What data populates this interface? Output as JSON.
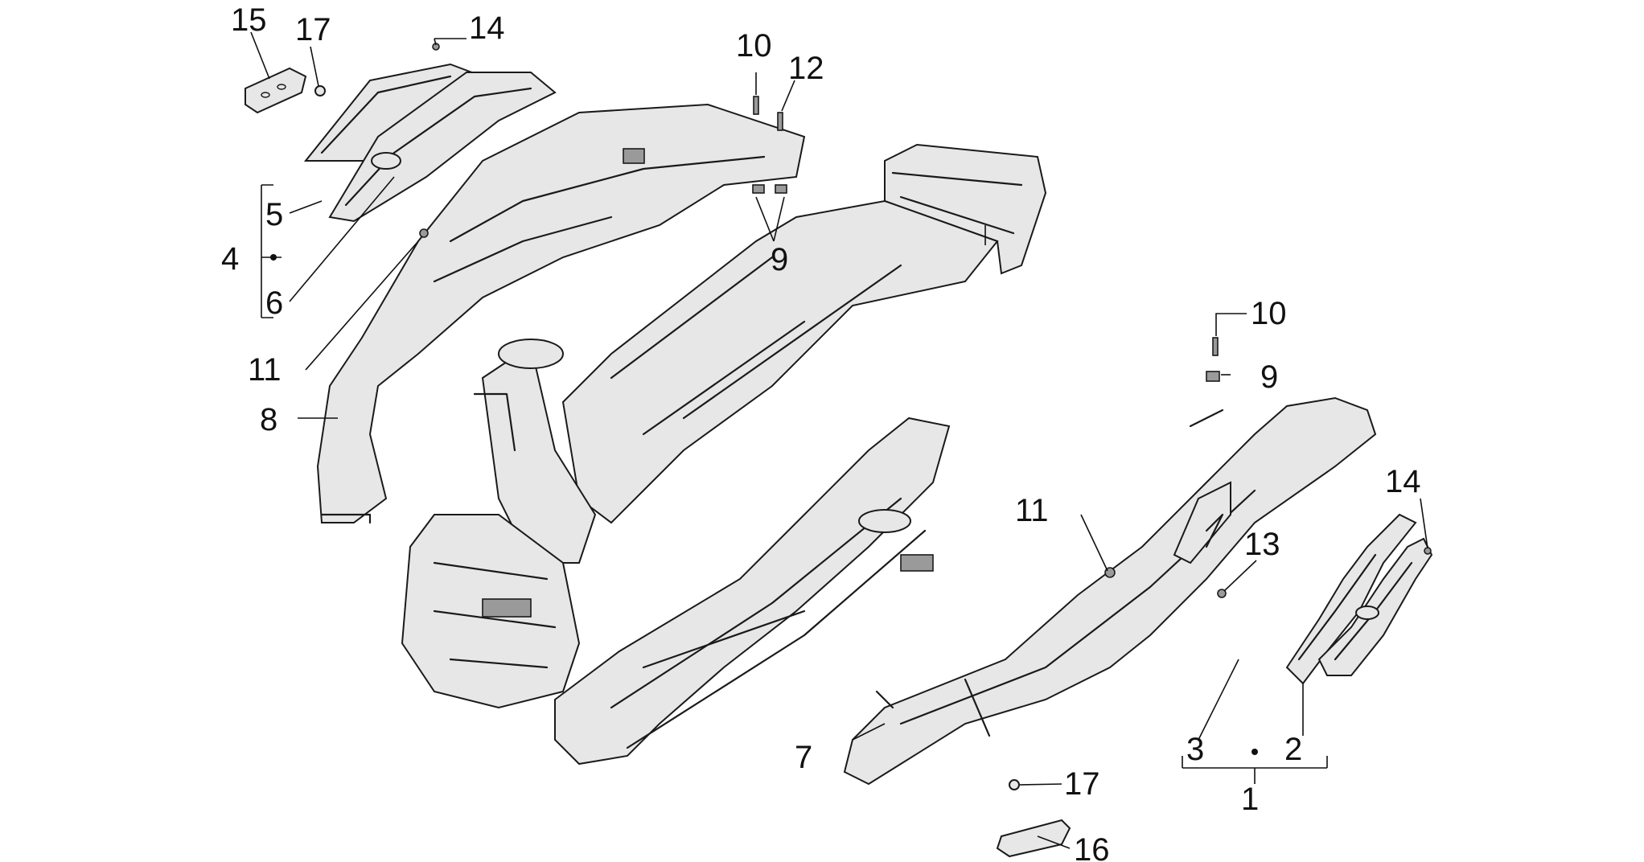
{
  "diagram": {
    "callouts": [
      "15",
      "17",
      "14",
      "10",
      "12",
      "5",
      "4",
      "6",
      "9",
      "11",
      "8",
      "10",
      "9",
      "11",
      "13",
      "14",
      "7",
      "3",
      "2",
      "1",
      "17",
      "16"
    ]
  },
  "colors": {
    "ink": "#111111",
    "paper": "#ffffff",
    "fill": "#e7e7e7"
  }
}
